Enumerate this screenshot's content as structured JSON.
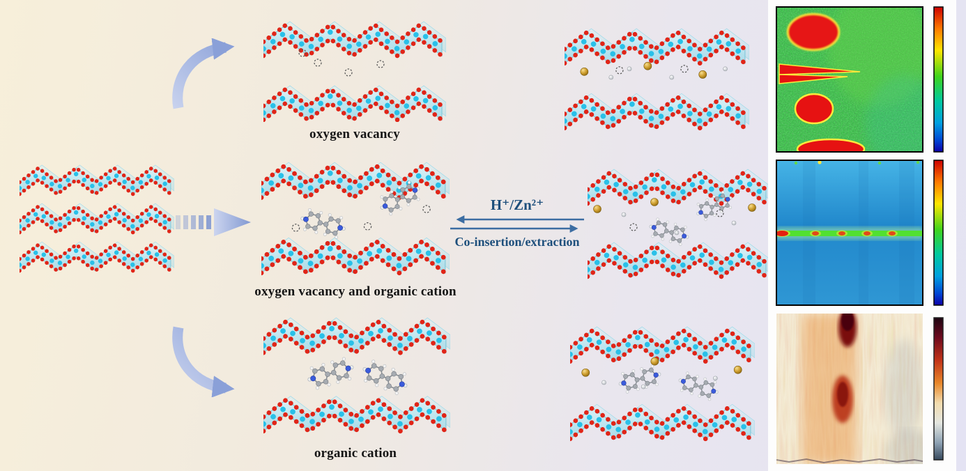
{
  "figure": {
    "branch_labels": {
      "top": "oxygen vacancy",
      "middle": "oxygen vacancy and organic cation",
      "bottom": "organic cation"
    },
    "reaction": {
      "forward": "H⁺/Zn²⁺",
      "reverse": "Co-insertion/extraction"
    }
  },
  "colors": {
    "background_left": "#f7efda",
    "background_right": "#e4e3f3",
    "layer_slab": "#bfe6ef",
    "oxygen_atom": "#e02518",
    "metal_atom_in_layer": "#29c0e8",
    "zinc_ion": "#cf9f2f",
    "proton_atom": "#d9dde1",
    "nitrogen_atom": "#3b5bdb",
    "arrow_blue": "#8299d2",
    "reaction_text": "#1d4f7c",
    "label_text": "#151515"
  },
  "panels": [
    {
      "name": "intensity-map-green",
      "style": "2d-contour",
      "colorbar": "rainbow"
    },
    {
      "name": "intensity-map-blue",
      "style": "2d-contour",
      "colorbar": "rainbow"
    },
    {
      "name": "intensity-map-cream",
      "style": "3d-surface",
      "colorbar": "dark-red-to-slate"
    }
  ]
}
